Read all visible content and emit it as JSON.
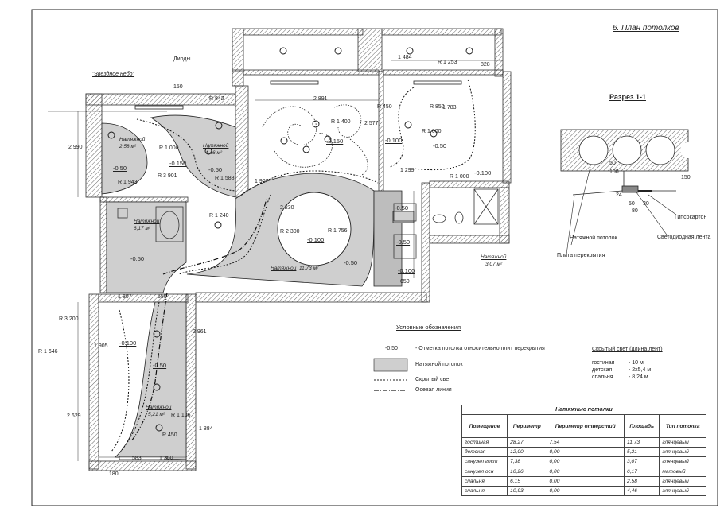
{
  "sheet": {
    "title": "6. План потолков",
    "section_title": "Разрез 1-1"
  },
  "plan_labels": {
    "star_sky": "\"Звёздное небо\"",
    "diodes": "Диоды"
  },
  "rooms": [
    {
      "name": "Натяжной",
      "area": "2,58 м²"
    },
    {
      "name": "Натяжной",
      "area": "4,46 м²"
    },
    {
      "name": "Натяжной",
      "area": "6,17 м²"
    },
    {
      "name": "Натяжной",
      "area": "11,73 м²"
    },
    {
      "name": "Натяжной",
      "area": "3,07 м²"
    },
    {
      "name": "Натяжной",
      "area": "5,21 м²"
    }
  ],
  "level_marks": [
    "-0.50",
    "-0.150",
    "-0.50",
    "-0.150",
    "-0.100",
    "-0.50",
    "-0.100",
    "-0.50",
    "-0.100",
    "-0.50",
    "-0.50",
    "-0.50",
    "-0.100",
    "-0.100",
    "-0.50"
  ],
  "dimensions": [
    "1 484",
    "R 1 253",
    "828",
    "R 842",
    "2 891",
    "R 850",
    "R 450",
    "R 1 000",
    "R 1 400",
    "R 1 000",
    "2 577",
    "1 783",
    "2 990",
    "R 1 943",
    "R 3 901",
    "R 1 588",
    "R 1 240",
    "2 230",
    "R 1 756",
    "1 907",
    "1 807",
    "550",
    "R 3 200",
    "R 1 646",
    "1 905",
    "2 629",
    "R 1 106",
    "R 450",
    "583",
    "1 350",
    "180",
    "2 961",
    "1 884",
    "150",
    "R 2 300",
    "R 1 000",
    "650",
    "1 299"
  ],
  "section_labels": {
    "ceiling": "Натяжной потолок",
    "slab": "Плита перекрытия",
    "gypsum": "Гипсокартон",
    "led_strip": "Светодиодная лента",
    "dims": [
      "100",
      "50",
      "150",
      "24",
      "50",
      "30",
      "80"
    ]
  },
  "legend": {
    "title": "Условные обозначения",
    "items": [
      {
        "symbol": "-0.50",
        "text": "- Отметка потолка относительно плит перекрытия"
      },
      {
        "symbol": "",
        "text": "Натяжной потолок"
      },
      {
        "symbol": "",
        "text": "Скрытый свет"
      },
      {
        "symbol": "",
        "text": "Осевая линия"
      }
    ]
  },
  "hidden_light": {
    "title": "Скрытый свет (длина лент)",
    "rows": [
      {
        "room": "гостиная",
        "value": "- 10 м"
      },
      {
        "room": "детская",
        "value": "- 2x5,4 м"
      },
      {
        "room": "спальня",
        "value": "- 8,24 м"
      }
    ]
  },
  "ceiling_table": {
    "caption": "Натяжные потолки",
    "headers": [
      "Помещение",
      "Периметр",
      "Периметр отверстий",
      "Площадь",
      "Тип потолка"
    ],
    "rows": [
      [
        "гостиная",
        "28,27",
        "7,54",
        "11,73",
        "глянцевый"
      ],
      [
        "детская",
        "12,00",
        "0,00",
        "5,21",
        "глянцевый"
      ],
      [
        "санузел гост",
        "7,38",
        "0,00",
        "3,07",
        "глянцевый"
      ],
      [
        "санузел осн",
        "10,26",
        "0,00",
        "6,17",
        "матовый"
      ],
      [
        "спальня",
        "6,15",
        "0,00",
        "2,58",
        "глянцевый"
      ],
      [
        "спальня",
        "10,93",
        "0,00",
        "4,46",
        "глянцевый"
      ]
    ]
  },
  "colors": {
    "wall_hatch": "#555555",
    "ceiling_fill": "#cfcfcf",
    "line": "#222222"
  }
}
